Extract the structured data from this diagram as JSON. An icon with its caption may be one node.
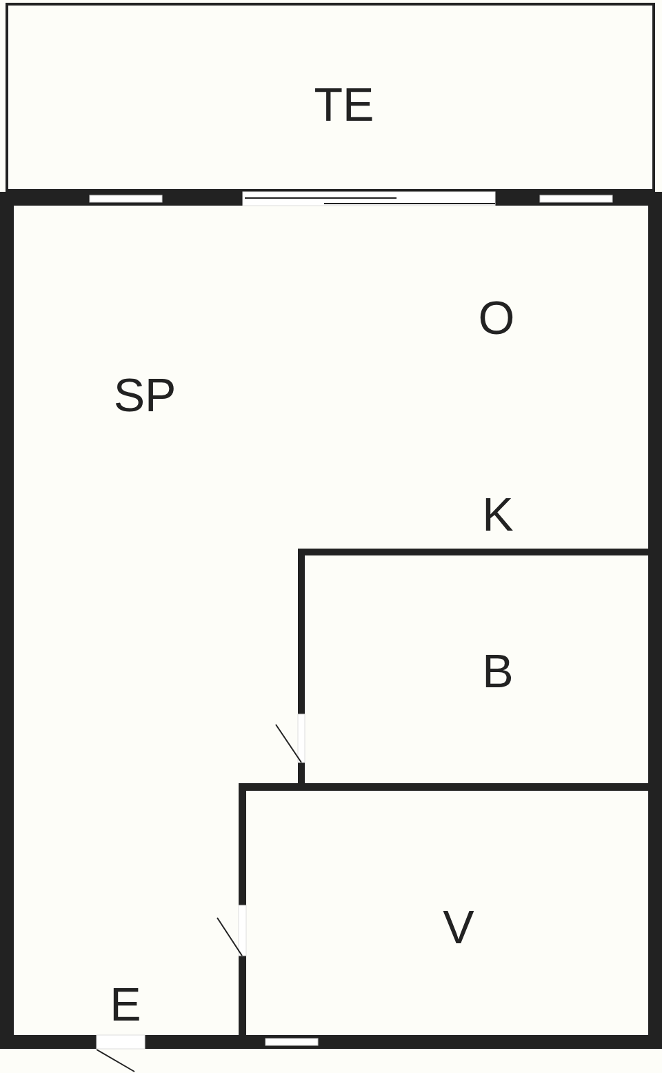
{
  "diagram": {
    "nodes": [
      {
        "text": [
          "TE"
        ]
      },
      {
        "text": [
          "O",
          "SP",
          "K",
          "E"
        ]
      },
      {
        "text": [
          "B"
        ],
        "in": 1
      },
      {
        "text": [
          "V"
        ],
        "in": 1
      }
    ]
  }
}
